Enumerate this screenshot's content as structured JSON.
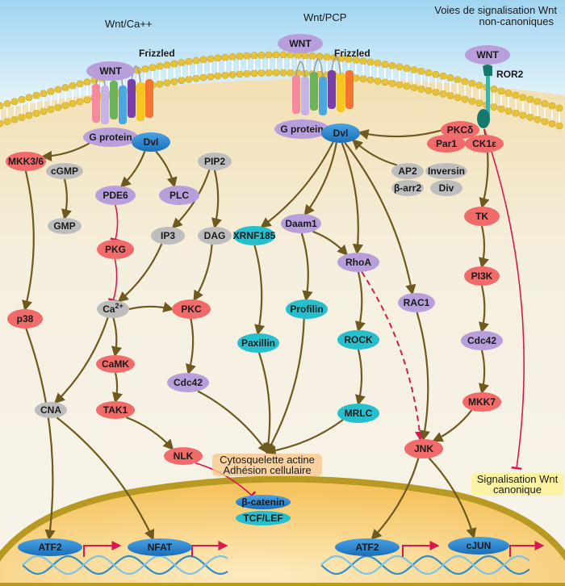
{
  "titles": {
    "wnt_ca": "Wnt/Ca++",
    "wnt_pcp": "Wnt/PCP",
    "noncanonical_line1": "Voies de signalisation Wnt",
    "noncanonical_line2": "non-canoniques"
  },
  "receptors": {
    "frizzled_1": "Frizzled",
    "frizzled_2": "Frizzled",
    "ror2": "ROR2"
  },
  "colors": {
    "purple": "#b89fdb",
    "red": "#f26b6b",
    "gray": "#bdbdbd",
    "cyan": "#2bbfcc",
    "blue": "#2a87d0",
    "arrow": "#6e5a1e",
    "inhibit": "#d8194f",
    "membrane": "#e6c23a",
    "sky": "#bfe3f5",
    "cytoplasm": "#f3e2b8",
    "nucleus": "#f6c76a"
  },
  "nodes": [
    {
      "id": "wnt1",
      "label": "WNT",
      "type": "purple"
    },
    {
      "id": "gprot1",
      "label": "G protein",
      "type": "purple"
    },
    {
      "id": "dvl1",
      "label": "Dvl",
      "type": "blue"
    },
    {
      "id": "mkk36",
      "label": "MKK3/6",
      "type": "red"
    },
    {
      "id": "cgmp",
      "label": "cGMP",
      "type": "gray"
    },
    {
      "id": "gmp",
      "label": "GMP",
      "type": "gray"
    },
    {
      "id": "pde6",
      "label": "PDE6",
      "type": "purple"
    },
    {
      "id": "pip2",
      "label": "PIP2",
      "type": "gray"
    },
    {
      "id": "plc",
      "label": "PLC",
      "type": "purple"
    },
    {
      "id": "ip3",
      "label": "IP3",
      "type": "gray"
    },
    {
      "id": "dag",
      "label": "DAG",
      "type": "gray"
    },
    {
      "id": "pkg",
      "label": "PKG",
      "type": "red"
    },
    {
      "id": "ca",
      "label": "Ca",
      "sup": "2+",
      "type": "gray"
    },
    {
      "id": "pkc",
      "label": "PKC",
      "type": "red"
    },
    {
      "id": "p38",
      "label": "p38",
      "type": "red"
    },
    {
      "id": "camk",
      "label": "CaMK",
      "type": "red"
    },
    {
      "id": "cdc42a",
      "label": "Cdc42",
      "type": "purple"
    },
    {
      "id": "cna",
      "label": "CNA",
      "type": "gray"
    },
    {
      "id": "tak1",
      "label": "TAK1",
      "type": "red"
    },
    {
      "id": "nlk",
      "label": "NLK",
      "type": "red"
    },
    {
      "id": "wnt2",
      "label": "WNT",
      "type": "purple"
    },
    {
      "id": "gprot2",
      "label": "G protein",
      "type": "purple"
    },
    {
      "id": "dvl2",
      "label": "Dvl",
      "type": "blue"
    },
    {
      "id": "pkcd",
      "label": "PKCδ",
      "type": "red"
    },
    {
      "id": "par1",
      "label": "Par1",
      "type": "red"
    },
    {
      "id": "ck1e",
      "label": "CK1ε",
      "type": "red"
    },
    {
      "id": "ap2",
      "label": "AP2",
      "type": "gray"
    },
    {
      "id": "inversin",
      "label": "Inversin",
      "type": "gray"
    },
    {
      "id": "barr2",
      "label": "β-arr2",
      "type": "gray"
    },
    {
      "id": "div",
      "label": "Div",
      "type": "gray"
    },
    {
      "id": "xrnf185",
      "label": "XRNF185",
      "type": "cyan"
    },
    {
      "id": "daam1",
      "label": "Daam1",
      "type": "purple"
    },
    {
      "id": "rhoa",
      "label": "RhoA",
      "type": "purple"
    },
    {
      "id": "rac1",
      "label": "RAC1",
      "type": "purple"
    },
    {
      "id": "profilin",
      "label": "Profilin",
      "type": "cyan"
    },
    {
      "id": "paxillin",
      "label": "Paxillin",
      "type": "cyan"
    },
    {
      "id": "rock",
      "label": "ROCK",
      "type": "cyan"
    },
    {
      "id": "mrlc",
      "label": "MRLC",
      "type": "cyan"
    },
    {
      "id": "jnk",
      "label": "JNK",
      "type": "red"
    },
    {
      "id": "wnt3",
      "label": "WNT",
      "type": "purple"
    },
    {
      "id": "tk",
      "label": "TK",
      "type": "red"
    },
    {
      "id": "pi3k",
      "label": "PI3K",
      "type": "red"
    },
    {
      "id": "cdc42b",
      "label": "Cdc42",
      "type": "purple"
    },
    {
      "id": "mkk7",
      "label": "MKK7",
      "type": "red"
    },
    {
      "id": "bcat",
      "label": "β-catenin",
      "type": "blue"
    },
    {
      "id": "tcf",
      "label": "TCF/LEF",
      "type": "cyan"
    },
    {
      "id": "atf2a",
      "label": "ATF2",
      "type": "blue"
    },
    {
      "id": "nfat",
      "label": "NFAT",
      "type": "blue"
    },
    {
      "id": "atf2b",
      "label": "ATF2",
      "type": "blue"
    },
    {
      "id": "cjun",
      "label": "cJUN",
      "type": "blue"
    }
  ],
  "edges": [
    {
      "from": "gprot1",
      "to": "mkk36",
      "kind": "activate"
    },
    {
      "from": "dvl1",
      "to": "pde6",
      "kind": "activate"
    },
    {
      "from": "dvl1",
      "to": "plc",
      "kind": "activate"
    },
    {
      "from": "cgmp",
      "to": "gmp",
      "kind": "activate"
    },
    {
      "from": "pip2",
      "to": "ip3",
      "kind": "activate"
    },
    {
      "from": "pip2",
      "to": "dag",
      "kind": "activate"
    },
    {
      "from": "pde6",
      "to": "pkg",
      "kind": "inhibit"
    },
    {
      "from": "pkg",
      "to": "ca",
      "kind": "inhibit"
    },
    {
      "from": "ip3",
      "to": "ca",
      "kind": "activate"
    },
    {
      "from": "dag",
      "to": "pkc",
      "kind": "activate"
    },
    {
      "from": "ca",
      "to": "pkc",
      "kind": "activate"
    },
    {
      "from": "ca",
      "to": "camk",
      "kind": "activate"
    },
    {
      "from": "ca",
      "to": "cna",
      "kind": "activate"
    },
    {
      "from": "mkk36",
      "to": "p38",
      "kind": "activate"
    },
    {
      "from": "camk",
      "to": "tak1",
      "kind": "activate"
    },
    {
      "from": "pkc",
      "to": "cdc42a",
      "kind": "activate"
    },
    {
      "from": "tak1",
      "to": "nlk",
      "kind": "activate"
    },
    {
      "from": "nlk",
      "to": "bcat",
      "kind": "inhibit"
    },
    {
      "from": "p38",
      "to": "atf2a",
      "kind": "activate"
    },
    {
      "from": "cna",
      "to": "nfat",
      "kind": "activate"
    },
    {
      "from": "cdc42a",
      "to": "cyto",
      "kind": "activate"
    },
    {
      "from": "pkcd",
      "to": "dvl2",
      "kind": "activate"
    },
    {
      "from": "ap2",
      "to": "dvl2",
      "kind": "activate"
    },
    {
      "from": "dvl2",
      "to": "xrnf185",
      "kind": "activate"
    },
    {
      "from": "dvl2",
      "to": "daam1",
      "kind": "activate"
    },
    {
      "from": "dvl2",
      "to": "rhoa",
      "kind": "activate"
    },
    {
      "from": "dvl2",
      "to": "rac1",
      "kind": "activate"
    },
    {
      "from": "daam1",
      "to": "rhoa",
      "kind": "activate"
    },
    {
      "from": "daam1",
      "to": "profilin",
      "kind": "activate"
    },
    {
      "from": "xrnf185",
      "to": "paxillin",
      "kind": "activate"
    },
    {
      "from": "rhoa",
      "to": "rock",
      "kind": "activate"
    },
    {
      "from": "rhoa",
      "to": "jnk",
      "kind": "dashed"
    },
    {
      "from": "rock",
      "to": "mrlc",
      "kind": "activate"
    },
    {
      "from": "paxillin",
      "to": "cyto",
      "kind": "activate"
    },
    {
      "from": "profilin",
      "to": "cyto",
      "kind": "activate"
    },
    {
      "from": "mrlc",
      "to": "cyto",
      "kind": "activate"
    },
    {
      "from": "rac1",
      "to": "jnk",
      "kind": "activate"
    },
    {
      "from": "ror2",
      "to": "tk",
      "kind": "activate"
    },
    {
      "from": "ror2",
      "to": "canon",
      "kind": "inhibit"
    },
    {
      "from": "tk",
      "to": "pi3k",
      "kind": "activate"
    },
    {
      "from": "pi3k",
      "to": "cdc42b",
      "kind": "activate"
    },
    {
      "from": "cdc42b",
      "to": "mkk7",
      "kind": "activate"
    },
    {
      "from": "mkk7",
      "to": "jnk",
      "kind": "activate"
    },
    {
      "from": "jnk",
      "to": "atf2b",
      "kind": "activate"
    },
    {
      "from": "jnk",
      "to": "cjun",
      "kind": "activate"
    }
  ],
  "annotations": {
    "cyto_line1": "Cytosquelette actine",
    "cyto_line2": "Adhésion cellulaire",
    "canon_line1": "Signalisation Wnt",
    "canon_line2": "canonique"
  }
}
